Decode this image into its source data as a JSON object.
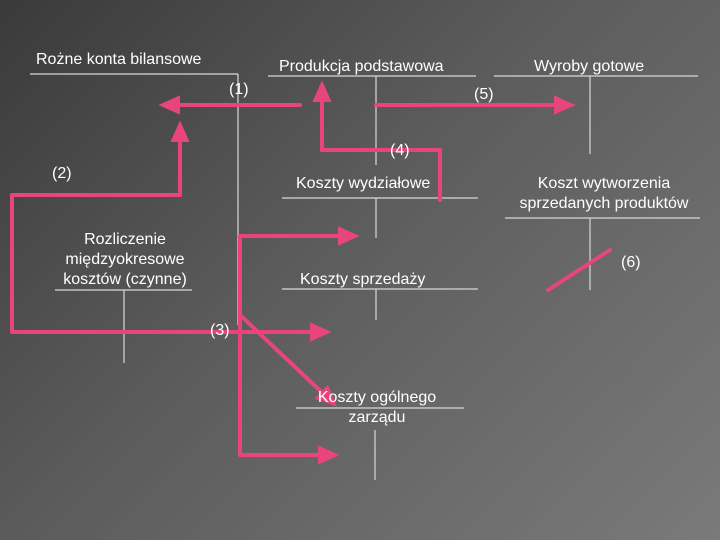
{
  "accounts": {
    "balance_accounts": "Rożne konta bilansowe",
    "basic_production": "Produkcja podstawowa",
    "finished_goods": "Wyroby gotowe",
    "departmental_costs": "Koszty wydziałowe",
    "cost_of_goods_sold_line1": "Koszt wytworzenia",
    "cost_of_goods_sold_line2": "sprzedanych produktów",
    "inter_period_settlement_line1": "Rozliczenie",
    "inter_period_settlement_line2": "międzyokresowe",
    "inter_period_settlement_line3": "kosztów (czynne)",
    "selling_costs": "Koszty sprzedaży",
    "admin_costs_line1": "Koszty ogólnego",
    "admin_costs_line2": "zarządu"
  },
  "flow_labels": {
    "f1": "(1)",
    "f2": "(2)",
    "f3": "(3)",
    "f4": "(4)",
    "f5": "(5)",
    "f6": "(6)"
  },
  "colors": {
    "arrow": "#e8457f",
    "account_line": "#d8d8d8",
    "text": "#ffffff"
  }
}
